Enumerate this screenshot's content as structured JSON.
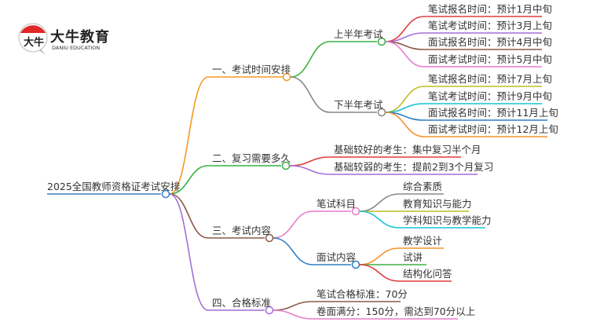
{
  "logo": {
    "name_cn": "大牛教育",
    "name_en": "DANIU EDUCATION",
    "mark": "大牛"
  },
  "root": {
    "label": "2025全国教师资格证考试安排",
    "color": "#3b7fc4"
  },
  "branches": [
    {
      "label": "一、考试时间安排",
      "color": "#f59a23",
      "children": [
        {
          "label": "上半年考试",
          "color": "#3cb043",
          "children": [
            {
              "label": "笔试报名时间：预计1月中旬",
              "color": "#e03c3c"
            },
            {
              "label": "笔试考试时间：预计3月上旬",
              "color": "#a46fd6"
            },
            {
              "label": "面试报名时间：预计4月中旬",
              "color": "#8b5a4a"
            },
            {
              "label": "面试考试时间：预计5月中旬",
              "color": "#e87ccb"
            }
          ]
        },
        {
          "label": "下半年考试",
          "color": "#888888",
          "children": [
            {
              "label": "笔试报名时间：预计7月上旬",
              "color": "#bcbd22"
            },
            {
              "label": "笔试考试时间：预计9月中旬",
              "color": "#17c3d6"
            },
            {
              "label": "面试报名时间：预计11月上旬",
              "color": "#2f7dc4"
            },
            {
              "label": "面试考试时间：预计12月上旬",
              "color": "#f5902a"
            }
          ]
        }
      ]
    },
    {
      "label": "二、复习需要多久",
      "color": "#3cb043",
      "children": [
        {
          "label": "基础较好的考生：集中复习半个月",
          "color": "#e03c3c"
        },
        {
          "label": "基础较弱的考生：提前2到3个月复习",
          "color": "#a46fd6"
        }
      ]
    },
    {
      "label": "三、考试内容",
      "color": "#8b5a4a",
      "children": [
        {
          "label": "笔试科目",
          "color": "#e87ccb",
          "children": [
            {
              "label": "综合素质",
              "color": "#888888"
            },
            {
              "label": "教育知识与能力",
              "color": "#bcbd22"
            },
            {
              "label": "学科知识与教学能力",
              "color": "#17c3d6"
            }
          ]
        },
        {
          "label": "面试内容",
          "color": "#2f7dc4",
          "children": [
            {
              "label": "教学设计",
              "color": "#f5902a"
            },
            {
              "label": "试讲",
              "color": "#3cb043"
            },
            {
              "label": "结构化问答",
              "color": "#e03c3c"
            }
          ]
        }
      ]
    },
    {
      "label": "四、合格标准",
      "color": "#a46fd6",
      "children": [
        {
          "label": "笔试合格标准：70分",
          "color": "#8b5a4a"
        },
        {
          "label": "卷面满分：150分，需达到70分以上",
          "color": "#e87ccb"
        }
      ]
    }
  ]
}
